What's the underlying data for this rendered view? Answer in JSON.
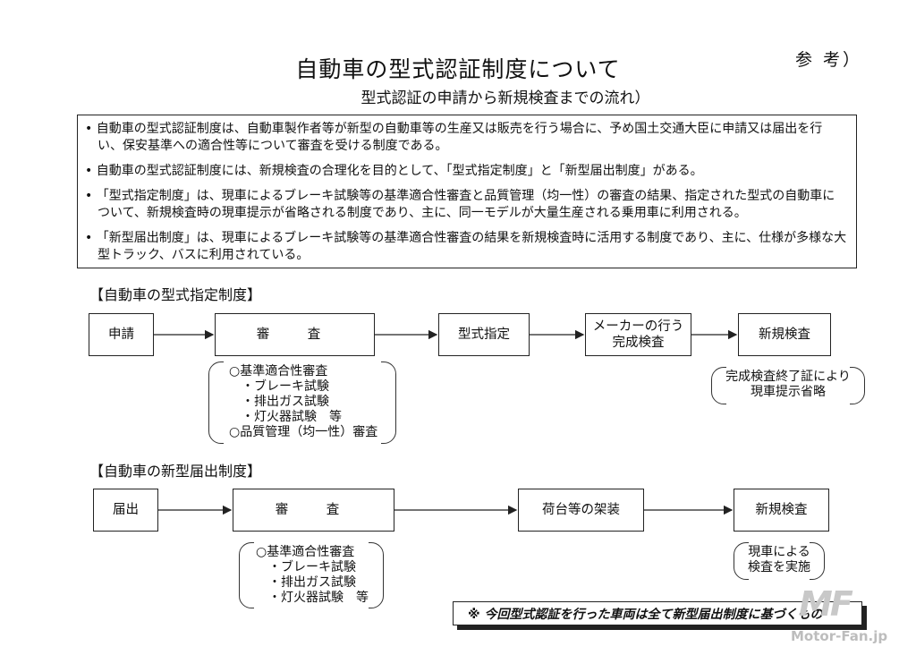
{
  "doc": {
    "title": "自動車の型式認証制度について",
    "subtitle": "型式認証の申請から新規検査までの流れ）",
    "reference": "参 考）"
  },
  "notes": [
    "• 自動車の型式認証制度は、自動車製作者等が新型の自動車等の生産又は販売を行う場合に、予め国土交通大臣に申請又は届出を行い、保安基準への適合性等について審査を受ける制度である。",
    "• 自動車の型式認証制度には、新規検査の合理化を目的として、「型式指定制度」と「新型届出制度」がある。",
    "• 「型式指定制度」は、現車によるブレーキ試験等の基準適合性審査と品質管理（均一性）の審査の結果、指定された型式の自動車について、新規検査時の現車提示が省略される制度であり、主に、同一モデルが大量生産される乗用車に利用される。",
    "• 「新型届出制度」は、現車によるブレーキ試験等の基準適合性審査の結果を新規検査時に活用する制度であり、主に、仕様が多様な大型トラック、バスに利用されている。"
  ],
  "designation": {
    "heading": "【自動車の型式指定制度】",
    "steps": [
      "申請",
      "審　査",
      "型式指定",
      "メーカーの行う\n完成検査",
      "新規検査"
    ],
    "review_detail": [
      "○基準適合性審査",
      "　・ブレーキ試験",
      "　・排出ガス試験",
      "　・灯火器試験　等",
      "○品質管理（均一性）審査"
    ],
    "final_note": [
      "完成検査終了証により",
      "現車提示省略"
    ]
  },
  "notification": {
    "heading": "【自動車の新型届出制度】",
    "steps": [
      "届出",
      "審　査",
      "荷台等の架装",
      "新規検査"
    ],
    "review_detail": [
      "○基準適合性審査",
      "　・ブレーキ試験",
      "　・排出ガス試験",
      "　・灯火器試験　等"
    ],
    "final_note": [
      "現車による",
      "検査を実施"
    ]
  },
  "footnote": "※ 今回型式認証を行った車両は全て新型届出制度に基づくもの",
  "watermark": {
    "logo": "MF",
    "site": "Motor-Fan.jp"
  }
}
